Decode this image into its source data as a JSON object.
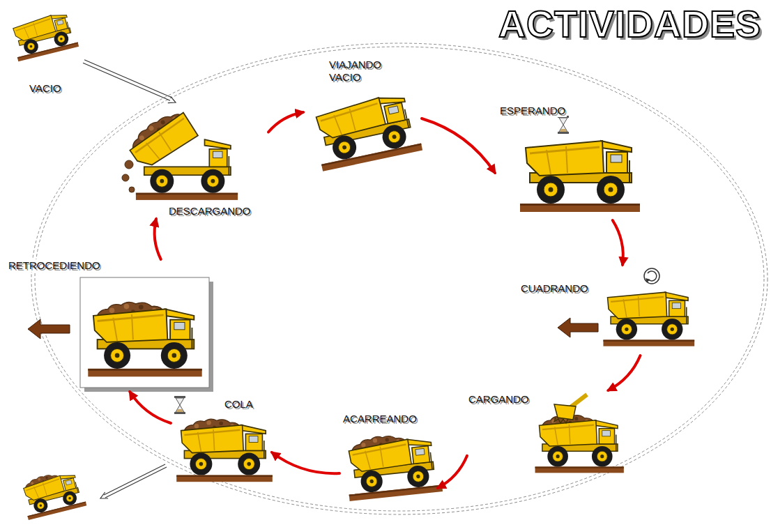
{
  "diagram": {
    "title": "ACTIVIDADES",
    "nodes": [
      {
        "text": [
          "VIAJANDO VACIO"
        ]
      },
      {
        "text": [
          "ESPERANDO"
        ]
      },
      {
        "text": [
          "CUADRANDO"
        ]
      },
      {
        "text": [
          "CARGANDO"
        ]
      },
      {
        "text": [
          "ACARREANDO"
        ]
      },
      {
        "text": [
          "COLA"
        ]
      },
      {
        "text": [
          "RETROCEDIENDO"
        ]
      },
      {
        "text": [
          "DESCARGANDO"
        ]
      }
    ],
    "edges": [
      {
        "from": 0,
        "to": 1,
        "arrow": "to"
      },
      {
        "from": 1,
        "to": 2,
        "arrow": "to"
      },
      {
        "from": 2,
        "to": 3,
        "arrow": "to"
      },
      {
        "from": 3,
        "to": 4,
        "arrow": "to"
      },
      {
        "from": 4,
        "to": 5,
        "arrow": "to"
      },
      {
        "from": 5,
        "to": 6,
        "arrow": "to"
      },
      {
        "from": 6,
        "to": 7,
        "arrow": "to"
      },
      {
        "from": 7,
        "to": 0,
        "arrow": "to"
      }
    ],
    "labels": [
      "VACIO"
    ]
  }
}
